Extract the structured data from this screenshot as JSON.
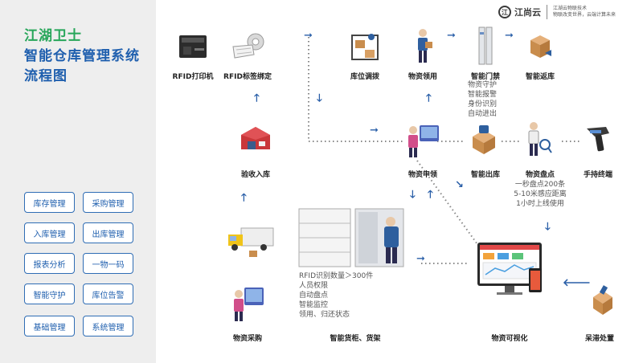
{
  "sidebar": {
    "title_lines": [
      "江湖卫士",
      "智能仓库管理系统",
      "流程图"
    ],
    "menu": [
      "库存管理",
      "采购管理",
      "入库管理",
      "出库管理",
      "报表分析",
      "一物一码",
      "智能守护",
      "库位告警",
      "基础管理",
      "系统管理"
    ]
  },
  "logo": {
    "name": "江尚云",
    "tagline_1": "江湖云物联技术",
    "tagline_2": "物联改变世界，云端计算未来"
  },
  "nodes": {
    "rfid_printer": "RFID打印机",
    "rfid_binding": "RFID标签绑定",
    "location_transfer": "库位调拨",
    "material_claim": "物资领用",
    "smart_gate": "智能门禁",
    "smart_return": "智能返库",
    "inspection_in": "验收入库",
    "material_apply": "物资申领",
    "smart_out": "智能出库",
    "inventory_check": "物资盘点",
    "handheld": "手持终端",
    "purchase": "物资采购",
    "smart_cabinet": "智能货柜、货架",
    "visualization": "物资可视化",
    "scrap": "呆滞处置"
  },
  "notes": {
    "gate_features": [
      "物资守护",
      "智能报警",
      "身份识别",
      "自动进出"
    ],
    "check_features": [
      "一秒盘点200条",
      "5-10米感应距离",
      "1小时上线使用"
    ],
    "cabinet_features": [
      "RFID识别数量＞300件",
      "人员权限",
      "自动盘点",
      "智能监控",
      "领用、归还状态"
    ]
  },
  "colors": {
    "accent_green": "#27a65a",
    "accent_blue": "#1f5fae",
    "arrow": "#2a5fa8",
    "sidebar_bg": "#eeeeee"
  }
}
